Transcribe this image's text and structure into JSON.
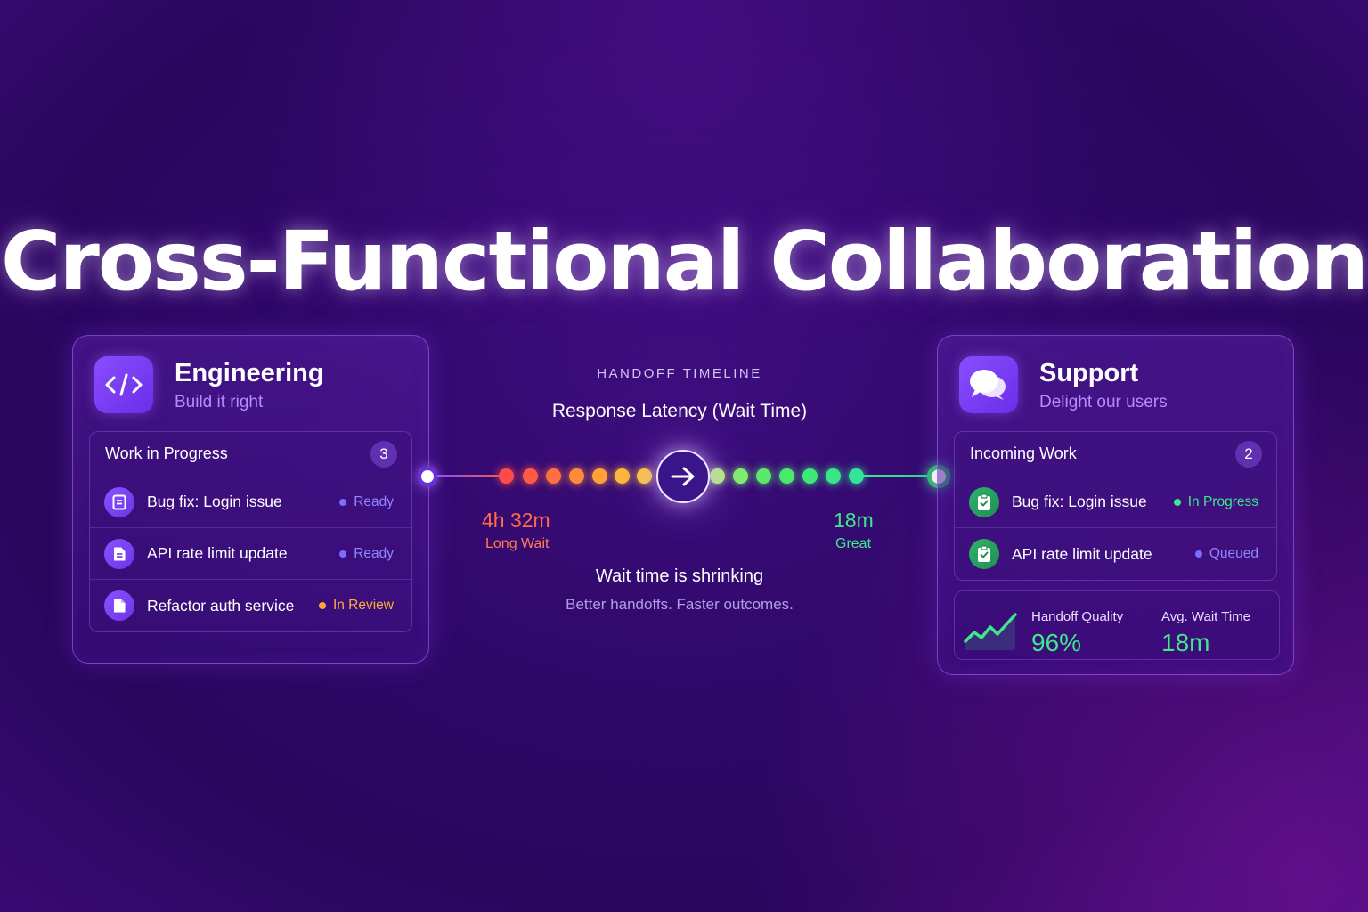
{
  "headline": "Cross-Functional Collaboration",
  "engineering": {
    "title": "Engineering",
    "subtitle": "Build it right",
    "icon": "code-icon",
    "list_title": "Work in Progress",
    "count": "3",
    "items": [
      {
        "label": "Bug fix: Login issue",
        "status": "Ready",
        "status_color": "#7c6cff"
      },
      {
        "label": "API rate limit update",
        "status": "Ready",
        "status_color": "#7c6cff"
      },
      {
        "label": "Refactor auth service",
        "status": "In Review",
        "status_color": "#ffa436"
      }
    ]
  },
  "timeline": {
    "caption": "HANDOFF TIMELINE",
    "title": "Response Latency (Wait Time)",
    "before_value": "4h 32m",
    "before_label": "Long Wait",
    "after_value": "18m",
    "after_label": "Great",
    "message": "Wait time is shrinking",
    "submessage": "Better handoffs. Faster outcomes."
  },
  "support": {
    "title": "Support",
    "subtitle": "Delight our users",
    "icon": "chat-bubbles-icon",
    "list_title": "Incoming Work",
    "count": "2",
    "items": [
      {
        "label": "Bug fix: Login issue",
        "status": "In Progress",
        "status_color": "#3ee88a"
      },
      {
        "label": "API rate limit update",
        "status": "Queued",
        "status_color": "#7c6cff"
      }
    ],
    "stats": {
      "quality_label": "Handoff Quality",
      "quality_value": "96%",
      "wait_label": "Avg. Wait Time",
      "wait_value": "18m"
    }
  },
  "colors": {
    "accent_purple": "#8a4dff",
    "long_wait_red": "#ff5a45",
    "great_green": "#3ee88a"
  }
}
